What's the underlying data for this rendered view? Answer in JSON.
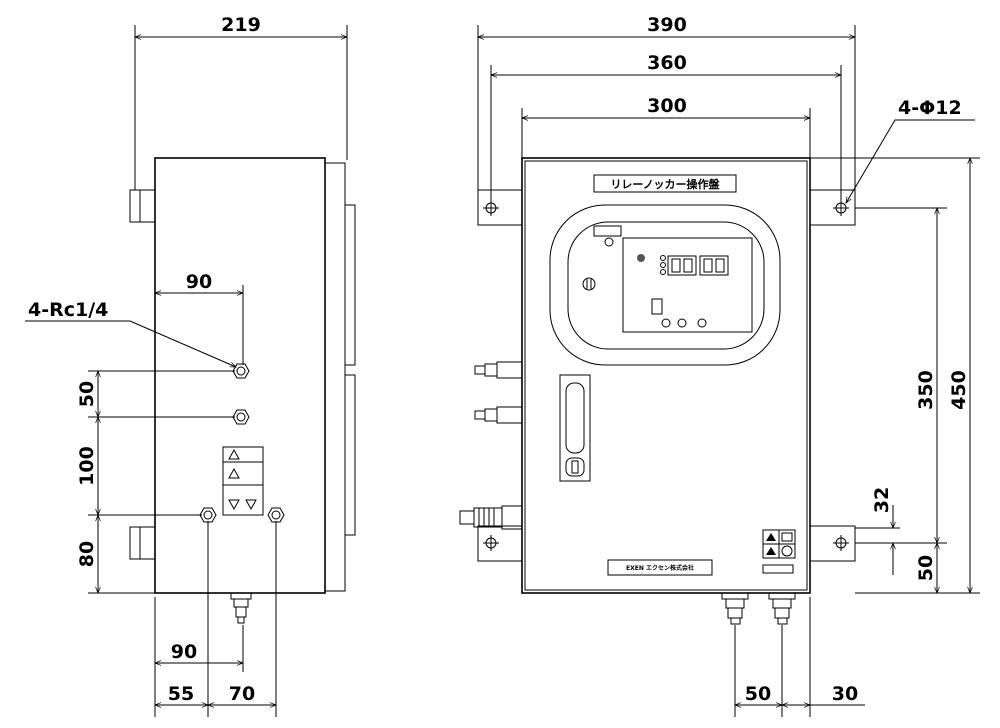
{
  "side_view": {
    "width_219": "219",
    "port_offset_90_top": "90",
    "port_label": "4-Rc1/4",
    "vert_50": "50",
    "vert_100": "100",
    "vert_80": "80",
    "bottom_90": "90",
    "bottom_55": "55",
    "bottom_70": "70"
  },
  "front_view": {
    "width_390": "390",
    "width_360": "360",
    "width_300": "300",
    "hole_label": "4-Φ12",
    "height_450": "450",
    "height_350": "350",
    "dim_32": "32",
    "dim_50_right": "50",
    "bottom_50": "50",
    "bottom_30": "30",
    "nameplate": "リレーノッカー操作盤",
    "logo": "EXEN エクセン株式会社"
  }
}
